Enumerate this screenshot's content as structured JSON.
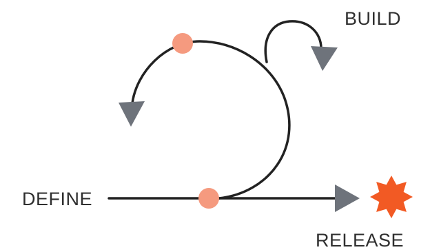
{
  "labels": {
    "build": "BUILD",
    "define": "DEFINE",
    "release": "RELEASE"
  },
  "colors": {
    "line": "#222222",
    "arrowhead": "#6e737b",
    "node": "#f59a7f",
    "burst": "#f25a24",
    "text": "#2f2f2f",
    "background": "#ffffff"
  },
  "icons": {
    "release_marker": "starburst-icon",
    "node": "circle-node",
    "arrowhead": "triangle-arrowhead"
  }
}
